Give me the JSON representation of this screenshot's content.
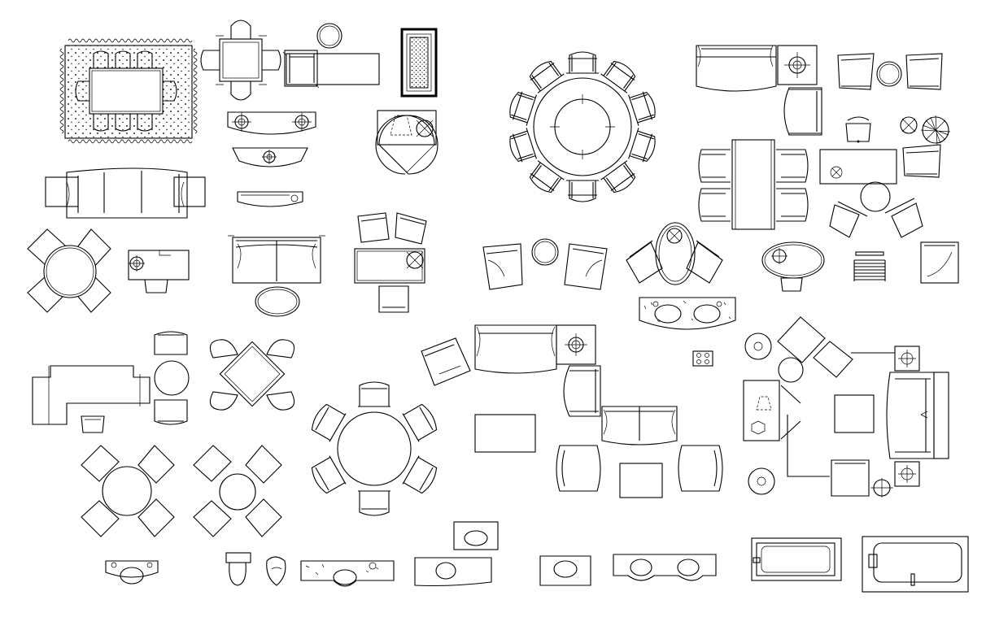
{
  "sheet": {
    "background": "#ffffff",
    "linework_color": "#000000"
  },
  "blocks": [
    "dining-set-on-rug",
    "square-table-with-chairs",
    "armchair-with-bench",
    "round-stool",
    "rug-runner",
    "round-dining-table-10-chairs",
    "corner-sofa-group",
    "armchair-pair-with-round-table",
    "console-with-lamps",
    "sideboard",
    "bench",
    "desk-with-chair-and-doors",
    "sofa-with-end-tables",
    "office-chair",
    "potted-plant",
    "rectangular-table-with-chairs",
    "small-desk",
    "round-table-4-chairs-x",
    "desk-with-lamp",
    "loveseat",
    "oval-coffee-table",
    "coffee-table-with-chairs",
    "armchairs-with-round-table",
    "oval-table-two-chairs",
    "oval-table-with-chair",
    "stacked-chairs",
    "club-chair",
    "vanity-double-sink",
    "l-desk-with-chair",
    "round-table-2-chairs",
    "square-table-curved-chairs",
    "round-table-6-chairs",
    "armchair-tilted",
    "sofa-with-side-table",
    "stove-top",
    "living-room-layout",
    "rectangle-table",
    "sofa-small",
    "round-table-4-chairs",
    "round-table-4-chairs-b",
    "sink-vanity",
    "toilet-top",
    "toilet-side",
    "vanity-long",
    "vanity-elevated",
    "vanity-small",
    "vanity-two-sinks",
    "bathtub",
    "bathtub-alt"
  ]
}
